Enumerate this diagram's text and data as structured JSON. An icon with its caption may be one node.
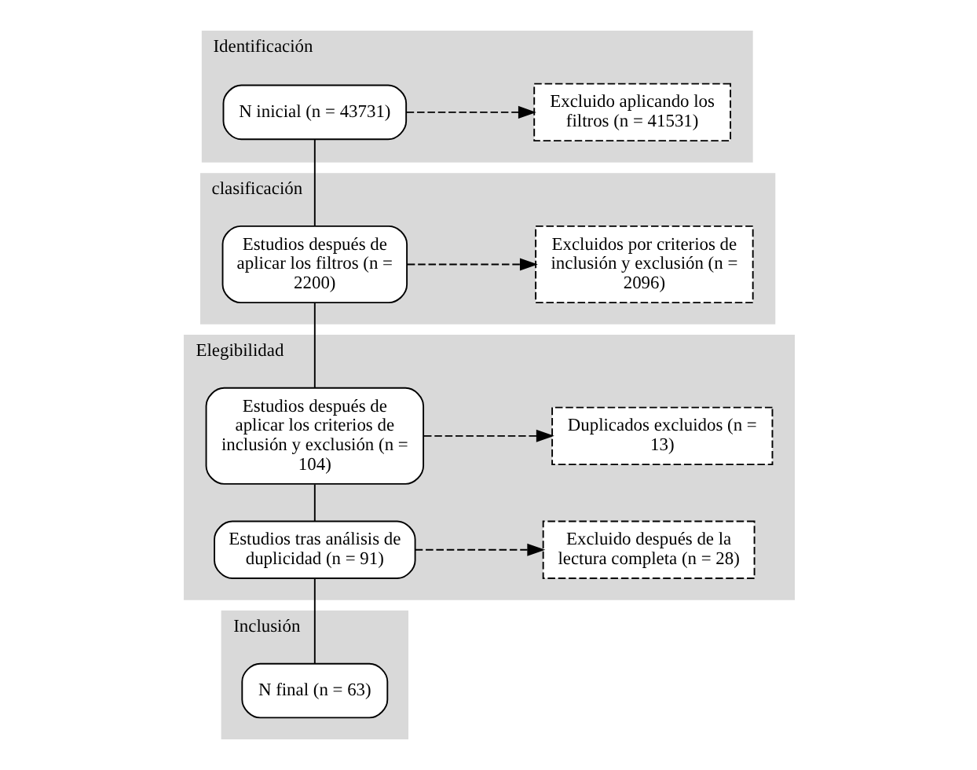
{
  "diagram": {
    "nodes": [
      {
        "text": [
          "Identificación"
        ]
      },
      {
        "text": [
          "N inicial (n = 43731)"
        ],
        "in": 0
      },
      {
        "text": [
          "Excluido aplicando los filtros (n = 41531)"
        ],
        "in": 0
      },
      {
        "text": [
          "clasificación"
        ]
      },
      {
        "text": [
          "Estudios después de aplicar los filtros (n = 2200)"
        ],
        "in": 3
      },
      {
        "text": [
          "Excluidos por criterios de inclusión y exclusión (n = 2096)"
        ],
        "in": 3
      },
      {
        "text": [
          "Elegibilidad"
        ]
      },
      {
        "text": [
          "Estudios después de aplicar los criterios de inclusión y exclusión (n = 104)"
        ],
        "in": 6
      },
      {
        "text": [
          "Duplicados excluidos (n = 13)"
        ],
        "in": 6
      },
      {
        "text": [
          "Estudios tras análisis de duplicidad (n = 91)"
        ],
        "in": 6
      },
      {
        "text": [
          "Excluido después de la lectura completa (n = 28)"
        ],
        "in": 6
      },
      {
        "text": [
          "Inclusión"
        ]
      },
      {
        "text": [
          "N final (n = 63)"
        ],
        "in": 11
      }
    ],
    "edges": [
      {
        "from": 1,
        "to": 2,
        "arrow": "to",
        "style": "dashed"
      },
      {
        "from": 1,
        "to": 4,
        "arrow": "none"
      },
      {
        "from": 4,
        "to": 5,
        "arrow": "to",
        "style": "dashed"
      },
      {
        "from": 4,
        "to": 7,
        "arrow": "none"
      },
      {
        "from": 7,
        "to": 8,
        "arrow": "to",
        "style": "dashed"
      },
      {
        "from": 7,
        "to": 9,
        "arrow": "none"
      },
      {
        "from": 9,
        "to": 10,
        "arrow": "to",
        "style": "dashed"
      },
      {
        "from": 9,
        "to": 12,
        "arrow": "none"
      }
    ]
  }
}
